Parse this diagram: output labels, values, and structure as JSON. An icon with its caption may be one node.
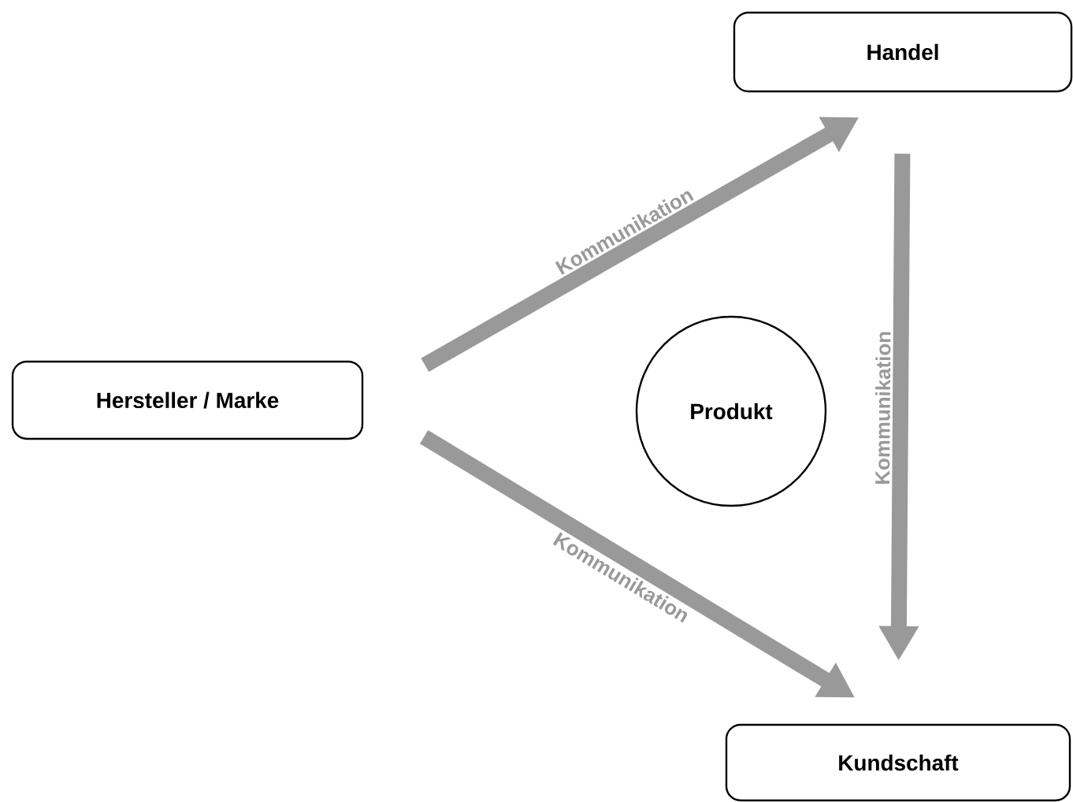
{
  "diagram": {
    "nodes": [
      {
        "text": [
          "Hersteller / Marke"
        ]
      },
      {
        "text": [
          "Handel"
        ]
      },
      {
        "text": [
          "Kundschaft"
        ]
      },
      {
        "text": [
          "Produkt"
        ]
      }
    ],
    "edges": [
      {
        "from": 0,
        "to": 1,
        "arrow": "to",
        "label": "Kommunikation"
      },
      {
        "from": 1,
        "to": 2,
        "arrow": "to",
        "label": "Kommunikation"
      },
      {
        "from": 0,
        "to": 2,
        "arrow": "to",
        "label": "Kommunikation"
      }
    ]
  }
}
